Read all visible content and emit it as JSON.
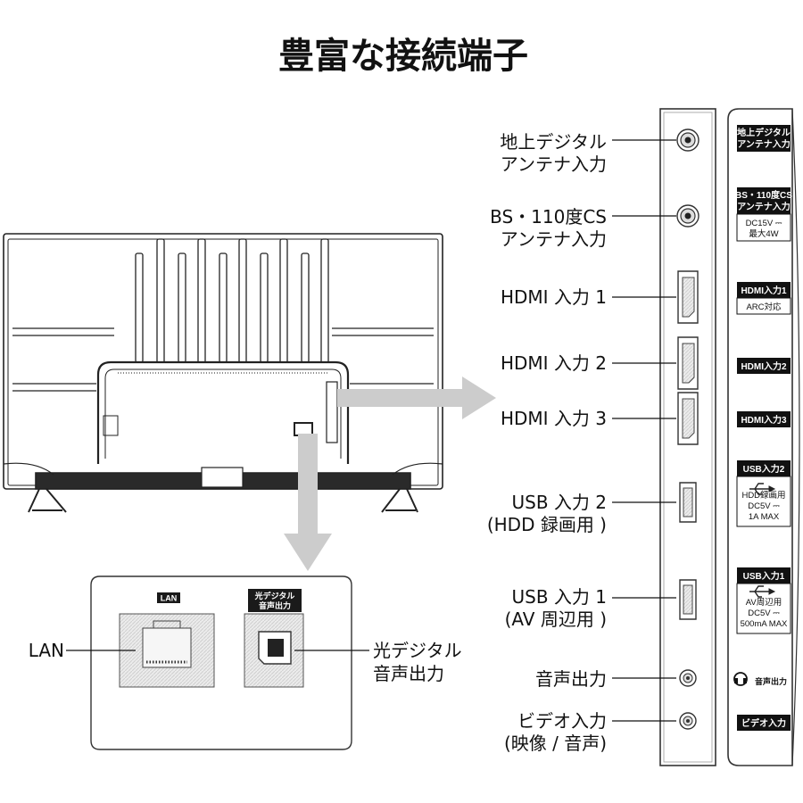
{
  "title": "豊富な接続端子",
  "ports": [
    {
      "label": [
        "地上デジタル",
        "アンテナ入力"
      ],
      "tag": [
        "地上デジタル",
        "アンテナ入力"
      ],
      "note": []
    },
    {
      "label": [
        "BS・110度CS",
        "アンテナ入力"
      ],
      "tag": [
        "BS・110度CS",
        "アンテナ入力"
      ],
      "note": [
        "DC15V ⎓",
        "最大4W"
      ]
    },
    {
      "label": [
        "HDMI 入力 1"
      ],
      "tag": [
        "HDMI入力1"
      ],
      "note": [
        "ARC対応"
      ]
    },
    {
      "label": [
        "HDMI 入力 2"
      ],
      "tag": [
        "HDMI入力2"
      ],
      "note": []
    },
    {
      "label": [
        "HDMI 入力 3"
      ],
      "tag": [
        "HDMI入力3"
      ],
      "note": []
    },
    {
      "label": [
        "USB 入力 2",
        "(HDD 録画用 )"
      ],
      "tag": [
        "USB入力2"
      ],
      "note": [
        "HDD録画用",
        "DC5V ⎓",
        "1A MAX"
      ]
    },
    {
      "label": [
        "USB 入力 1",
        "(AV 周辺用 )"
      ],
      "tag": [
        "USB入力1"
      ],
      "note": [
        "AV周辺用",
        "DC5V ⎓",
        "500mA MAX"
      ]
    },
    {
      "label": [
        "音声出力"
      ],
      "tag": [
        "音声出力"
      ],
      "note": []
    },
    {
      "label": [
        "ビデオ入力",
        "(映像 / 音声)"
      ],
      "tag": [
        "ビデオ入力"
      ],
      "note": []
    }
  ],
  "inset": {
    "lan_label": "LAN",
    "lan_tag": "LAN",
    "optical_label": [
      "光デジタル",
      "音声出力"
    ],
    "optical_tag": [
      "光デジタル",
      "音声出力"
    ]
  }
}
